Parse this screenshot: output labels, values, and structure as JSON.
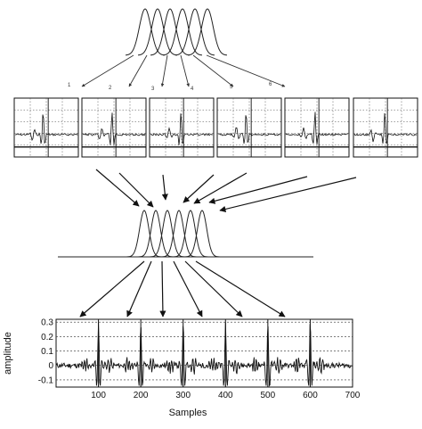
{
  "top_arrow_labels": [
    "1",
    "2",
    "3",
    "4",
    "5",
    "6"
  ],
  "panel_count": 6,
  "signal_plot": {
    "xlabel": "Samples",
    "ylabel": "amplitude",
    "x_ticks": [
      "100",
      "200",
      "300",
      "400",
      "500",
      "600",
      "700"
    ],
    "y_ticks": [
      "0.3",
      "0.2",
      "0.1",
      "0",
      "-0.1"
    ],
    "xlim": [
      0,
      700
    ],
    "ylim": [
      -0.15,
      0.32
    ],
    "pulse_centers": [
      100,
      200,
      300,
      400,
      500,
      600
    ],
    "grid": true
  }
}
